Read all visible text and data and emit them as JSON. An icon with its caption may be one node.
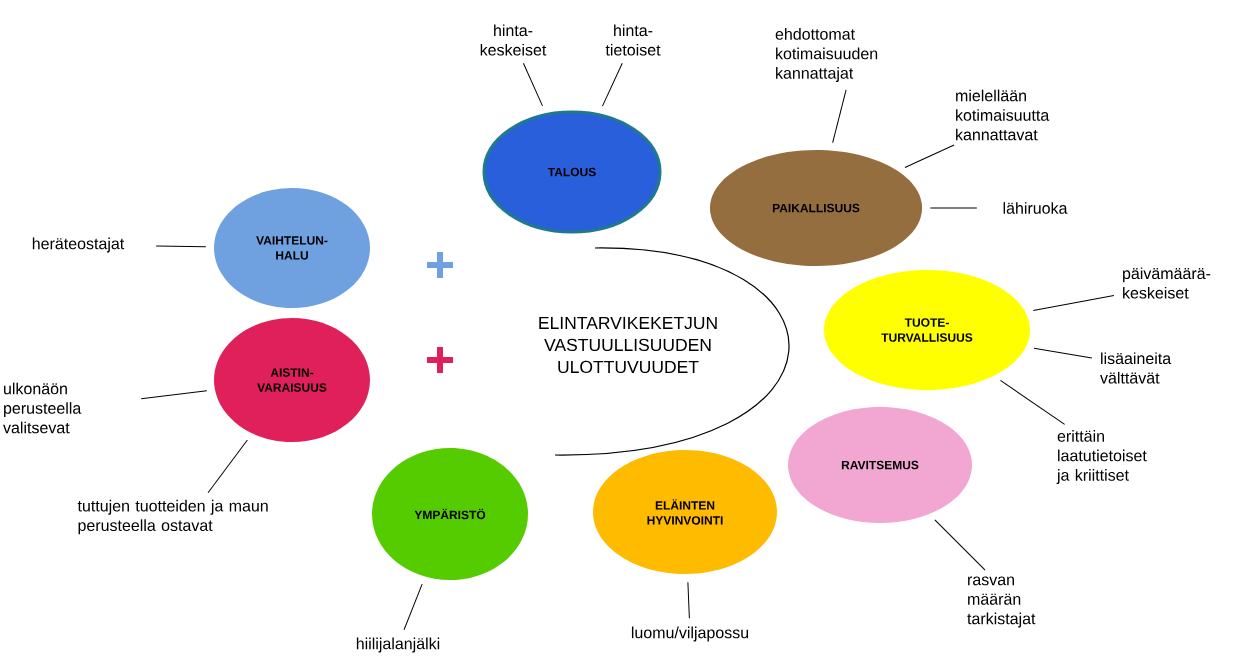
{
  "diagram": {
    "nodes": [
      {
        "text": [
          "TALOUS"
        ]
      },
      {
        "text": [
          "hinta- keskeiset"
        ]
      },
      {
        "text": [
          "hinta- tietoiset"
        ]
      },
      {
        "text": [
          "PAIKALLISUUS"
        ]
      },
      {
        "text": [
          "ehdottomat kotimaisuuden kannattajat"
        ]
      },
      {
        "text": [
          "mielellään kotimaisuutta kannattavat"
        ]
      },
      {
        "text": [
          "lähiruoka"
        ]
      },
      {
        "text": [
          "TUOTE- TURVALLISUUS"
        ]
      },
      {
        "text": [
          "päivämäärä- keskeiset"
        ]
      },
      {
        "text": [
          "lisäaineita välttävät"
        ]
      },
      {
        "text": [
          "erittäin laatutietoiset ja kriittiset"
        ]
      },
      {
        "text": [
          "RAVITSEMUS"
        ]
      },
      {
        "text": [
          "rasvan määrän tarkistajat"
        ]
      },
      {
        "text": [
          "ELÄINTEN HYVINVOINTI"
        ]
      },
      {
        "text": [
          "luomu/viljapossu"
        ]
      },
      {
        "text": [
          "YMPÄRISTÖ"
        ]
      },
      {
        "text": [
          "hiilijalanjälki"
        ]
      },
      {
        "text": [
          "AISTIN- VARAISUUS"
        ]
      },
      {
        "text": [
          "ulkonäön perusteella valitsevat"
        ]
      },
      {
        "text": [
          "tuttujen tuotteiden ja maun perusteella ostavat"
        ]
      },
      {
        "text": [
          "VAIHTELUN- HALU"
        ]
      },
      {
        "text": [
          "heräteostajat"
        ]
      }
    ],
    "edges": [
      {
        "from": 1,
        "to": 0,
        "arrow": "none"
      },
      {
        "from": 2,
        "to": 0,
        "arrow": "none"
      },
      {
        "from": 4,
        "to": 3,
        "arrow": "none"
      },
      {
        "from": 5,
        "to": 3,
        "arrow": "none"
      },
      {
        "from": 6,
        "to": 3,
        "arrow": "none"
      },
      {
        "from": 8,
        "to": 7,
        "arrow": "none"
      },
      {
        "from": 9,
        "to": 7,
        "arrow": "none"
      },
      {
        "from": 10,
        "to": 7,
        "arrow": "none"
      },
      {
        "from": 12,
        "to": 11,
        "arrow": "none"
      },
      {
        "from": 14,
        "to": 13,
        "arrow": "none"
      },
      {
        "from": 16,
        "to": 15,
        "arrow": "none"
      },
      {
        "from": 18,
        "to": 17,
        "arrow": "none"
      },
      {
        "from": 19,
        "to": 17,
        "arrow": "none"
      },
      {
        "from": 21,
        "to": 20,
        "arrow": "none"
      }
    ],
    "labels": [
      "ELINTARVIKEKETJUN VASTUULLISUUDEN ULOTTUVUUDET"
    ]
  }
}
